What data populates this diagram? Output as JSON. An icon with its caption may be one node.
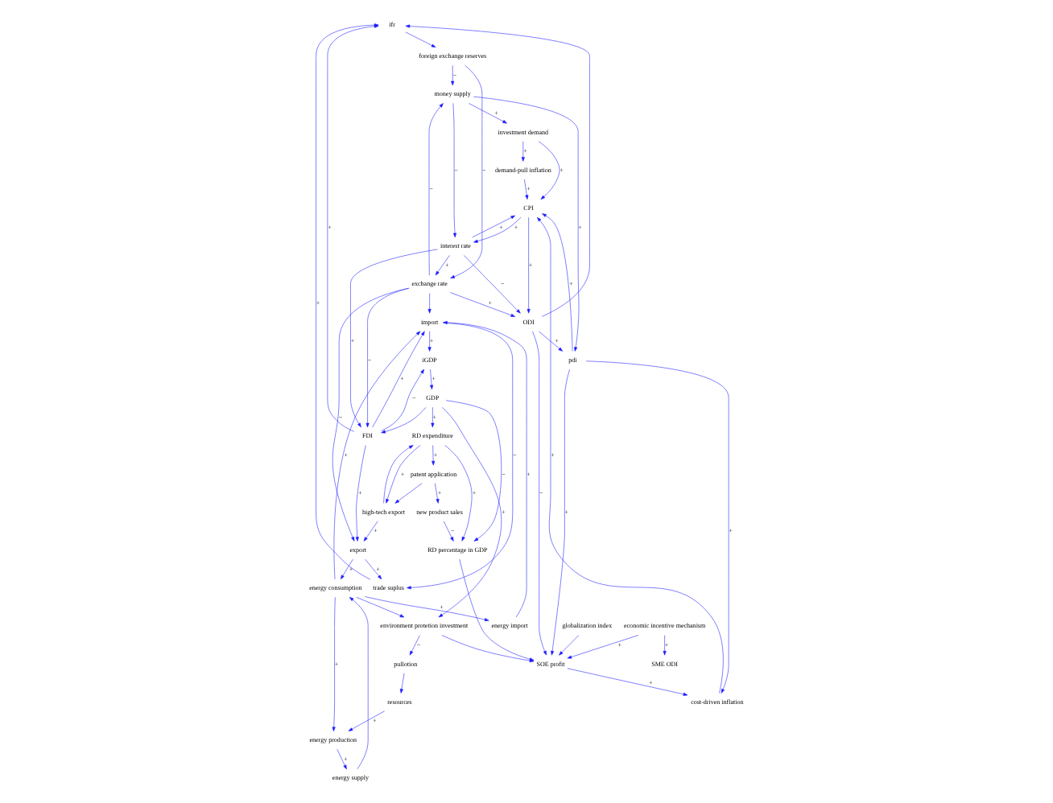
{
  "diagram": {
    "nodes": [
      {
        "text": [
          "ifr"
        ]
      },
      {
        "text": [
          "foreign exchange reserves"
        ]
      },
      {
        "text": [
          "money supply"
        ]
      },
      {
        "text": [
          "investment demand"
        ]
      },
      {
        "text": [
          "pdi"
        ]
      },
      {
        "text": [
          "trade suplus"
        ]
      },
      {
        "text": [
          "exchange rate"
        ]
      },
      {
        "text": [
          "demand-pull inflation"
        ]
      },
      {
        "text": [
          "interest rate"
        ]
      },
      {
        "text": [
          "CPI"
        ]
      },
      {
        "text": [
          "import"
        ]
      },
      {
        "text": [
          "cost-driven inflation"
        ]
      },
      {
        "text": [
          "export"
        ]
      },
      {
        "text": [
          "FDI"
        ]
      },
      {
        "text": [
          "ODI"
        ]
      },
      {
        "text": [
          "iGDP"
        ]
      },
      {
        "text": [
          "GDP"
        ]
      },
      {
        "text": [
          "SME ODI"
        ]
      },
      {
        "text": [
          "SOE profit"
        ]
      },
      {
        "text": [
          "globalization index"
        ]
      },
      {
        "text": [
          "energy consumption"
        ]
      },
      {
        "text": [
          "energy import"
        ]
      },
      {
        "text": [
          "high-tech export"
        ]
      },
      {
        "text": [
          "environment protetion investment"
        ]
      },
      {
        "text": [
          "economic incentive mechanism"
        ]
      },
      {
        "text": [
          "energy supply"
        ]
      },
      {
        "text": [
          "energy production"
        ]
      },
      {
        "text": [
          "pullotion"
        ]
      },
      {
        "text": [
          "resources"
        ]
      },
      {
        "text": [
          "new product sales"
        ]
      },
      {
        "text": [
          "patent application"
        ]
      },
      {
        "text": [
          "RD percentage in GDP"
        ]
      },
      {
        "text": [
          "RD expenditure"
        ]
      }
    ],
    "edges": [
      {
        "from": 5,
        "to": 0,
        "arrow": "to",
        "label": "+"
      },
      {
        "from": 13,
        "to": 0,
        "arrow": "to",
        "label": "+"
      },
      {
        "from": 0,
        "to": 1,
        "arrow": "to"
      },
      {
        "from": 1,
        "to": 6,
        "arrow": "to",
        "label": "−"
      },
      {
        "from": 1,
        "to": 2,
        "arrow": "to",
        "label": "−"
      },
      {
        "from": 6,
        "to": 2,
        "arrow": "to",
        "label": "−"
      },
      {
        "from": 2,
        "to": 8,
        "arrow": "to",
        "label": "−"
      },
      {
        "from": 2,
        "to": 4,
        "arrow": "to",
        "label": "+"
      },
      {
        "from": 2,
        "to": 3,
        "arrow": "to",
        "label": "+"
      },
      {
        "from": 3,
        "to": 7,
        "arrow": "to",
        "label": "+"
      },
      {
        "from": 3,
        "to": 9,
        "arrow": "to",
        "label": "+"
      },
      {
        "from": 4,
        "to": 9,
        "arrow": "to",
        "label": "+"
      },
      {
        "from": 4,
        "to": 11,
        "arrow": "to",
        "label": "+"
      },
      {
        "from": 7,
        "to": 9,
        "arrow": "to",
        "label": "+"
      },
      {
        "from": 11,
        "to": 9,
        "arrow": "to",
        "label": "+"
      },
      {
        "from": 8,
        "to": 9,
        "arrow": "to",
        "label": "+"
      },
      {
        "from": 9,
        "to": 8,
        "arrow": "to",
        "label": "+"
      },
      {
        "from": 9,
        "to": 14,
        "arrow": "to",
        "label": "+"
      },
      {
        "from": 8,
        "to": 14,
        "arrow": "to",
        "label": "−"
      },
      {
        "from": 8,
        "to": 6,
        "arrow": "to",
        "label": "+"
      },
      {
        "from": 6,
        "to": 13,
        "arrow": "to",
        "label": "−"
      },
      {
        "from": 6,
        "to": 14,
        "arrow": "to",
        "label": "+"
      },
      {
        "from": 6,
        "to": 10,
        "arrow": "to"
      },
      {
        "from": 6,
        "to": 12,
        "arrow": "to",
        "label": "−"
      },
      {
        "from": 8,
        "to": 13,
        "arrow": "to",
        "label": "+"
      },
      {
        "from": 10,
        "to": 5,
        "arrow": "to",
        "label": "−"
      },
      {
        "from": 12,
        "to": 5,
        "arrow": "to",
        "label": "+"
      },
      {
        "from": 13,
        "to": 12,
        "arrow": "to",
        "label": "+"
      },
      {
        "from": 13,
        "to": 10,
        "arrow": "to",
        "label": "+"
      },
      {
        "from": 16,
        "to": 13,
        "arrow": "to"
      },
      {
        "from": 14,
        "to": 0,
        "arrow": "to"
      },
      {
        "from": 14,
        "to": 4,
        "arrow": "to",
        "label": "+"
      },
      {
        "from": 14,
        "to": 18,
        "arrow": "to",
        "label": "−"
      },
      {
        "from": 18,
        "to": 11,
        "arrow": "to",
        "label": "+"
      },
      {
        "from": 4,
        "to": 18,
        "arrow": "to",
        "label": "+"
      },
      {
        "from": 24,
        "to": 18,
        "arrow": "to",
        "label": "+"
      },
      {
        "from": 24,
        "to": 17,
        "arrow": "to",
        "label": "+"
      },
      {
        "from": 31,
        "to": 18,
        "arrow": "to"
      },
      {
        "from": 19,
        "to": 18,
        "arrow": "to"
      },
      {
        "from": 16,
        "to": 31,
        "arrow": "to",
        "label": "−"
      },
      {
        "from": 16,
        "to": 32,
        "arrow": "to",
        "label": "+"
      },
      {
        "from": 16,
        "to": 23,
        "arrow": "to",
        "label": "+"
      },
      {
        "from": 15,
        "to": 16,
        "arrow": "to",
        "label": "+"
      },
      {
        "from": 13,
        "to": 15,
        "arrow": "to",
        "label": "−"
      },
      {
        "from": 10,
        "to": 15,
        "arrow": "to",
        "label": "+"
      },
      {
        "from": 12,
        "to": 20,
        "arrow": "to",
        "label": "+"
      },
      {
        "from": 20,
        "to": 21,
        "arrow": "to",
        "label": "+"
      },
      {
        "from": 20,
        "to": 23,
        "arrow": "to"
      },
      {
        "from": 20,
        "to": 26,
        "arrow": "to",
        "label": "+"
      },
      {
        "from": 25,
        "to": 20,
        "arrow": "to"
      },
      {
        "from": 26,
        "to": 25,
        "arrow": "to",
        "label": "+"
      },
      {
        "from": 28,
        "to": 26,
        "arrow": "to",
        "label": "+"
      },
      {
        "from": 27,
        "to": 28,
        "arrow": "to"
      },
      {
        "from": 23,
        "to": 27,
        "arrow": "to",
        "label": "−"
      },
      {
        "from": 21,
        "to": 10,
        "arrow": "to",
        "label": "+"
      },
      {
        "from": 20,
        "to": 10,
        "arrow": "to",
        "label": "+"
      },
      {
        "from": 22,
        "to": 12,
        "arrow": "to",
        "label": "+"
      },
      {
        "from": 32,
        "to": 22,
        "arrow": "to",
        "label": "+"
      },
      {
        "from": 22,
        "to": 32,
        "arrow": "to"
      },
      {
        "from": 32,
        "to": 30,
        "arrow": "to",
        "label": "+"
      },
      {
        "from": 30,
        "to": 29,
        "arrow": "to",
        "label": "+"
      },
      {
        "from": 30,
        "to": 22,
        "arrow": "to"
      },
      {
        "from": 29,
        "to": 31,
        "arrow": "to",
        "label": "−"
      },
      {
        "from": 32,
        "to": 31,
        "arrow": "to",
        "label": "+"
      },
      {
        "from": 23,
        "to": 18,
        "arrow": "to"
      }
    ]
  }
}
